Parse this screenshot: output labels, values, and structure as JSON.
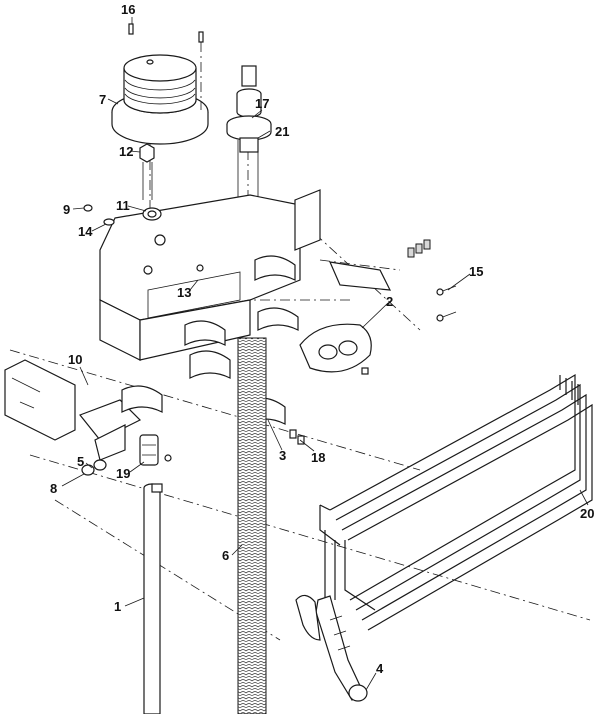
{
  "callouts": {
    "c1": "1",
    "c2": "2",
    "c3": "3",
    "c4": "4",
    "c5": "5",
    "c6": "6",
    "c7": "7",
    "c8": "8",
    "c9": "9",
    "c10": "10",
    "c11": "11",
    "c12": "12",
    "c13": "13",
    "c14": "14",
    "c15": "15",
    "c16": "16",
    "c17": "17",
    "c18": "18",
    "c19": "19",
    "c20": "20",
    "c21": "21"
  }
}
